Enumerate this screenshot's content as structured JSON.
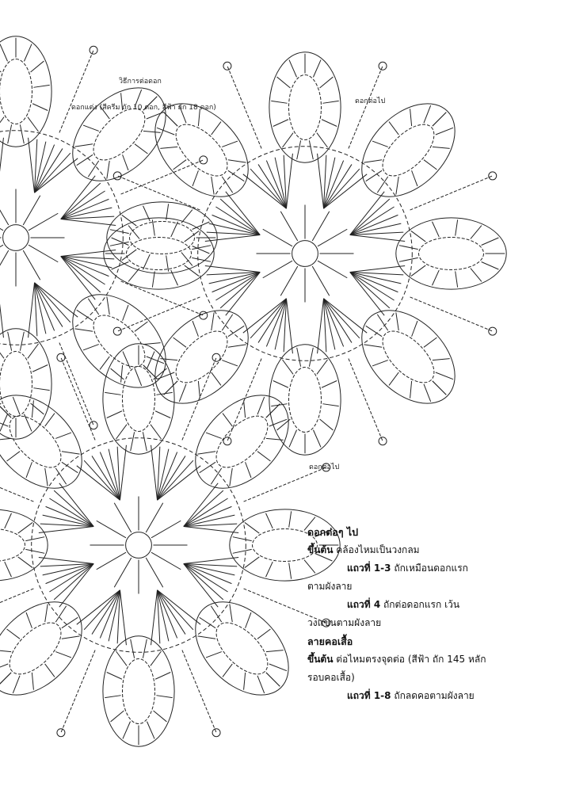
{
  "header": {
    "title": "วิธีการต่อดอก",
    "subtitle": "ดอกแต่ง (สีครีม ถัก 10 ดอก, สีฟ้า ถัก 18 ดอก)"
  },
  "labels": {
    "join_top": "ดอกต่อไป",
    "join_mid": "ดอกต่อไป"
  },
  "instructions": {
    "next_flowers_heading": "ดอกต่อๆ ไป",
    "start_label": "ขึ้นต้น",
    "start_text": "คล้องไหมเป็นวงกลม",
    "rows13_label": "แถวที่ 1-3",
    "rows13_text": "ถักเหมือนดอกแรก",
    "rows13_cont": "ตามผังลาย",
    "row4_label": "แถวที่ 4",
    "row4_text": "ถักต่อดอกแรก เว้น",
    "row4_cont": "วงแขนตามผังลาย",
    "collar_heading": "ลายคอเสื้อ",
    "collar_start_label": "ขึ้นต้น",
    "collar_start_text": "ต่อไหมตรงจุดต่อ (สีฟ้า ถัก 145 หลัก",
    "collar_start_cont": "รอบคอเสื้อ)",
    "rows18_label": "แถวที่ 1-8",
    "rows18_text": "ถักลดคอตามผังลาย"
  }
}
